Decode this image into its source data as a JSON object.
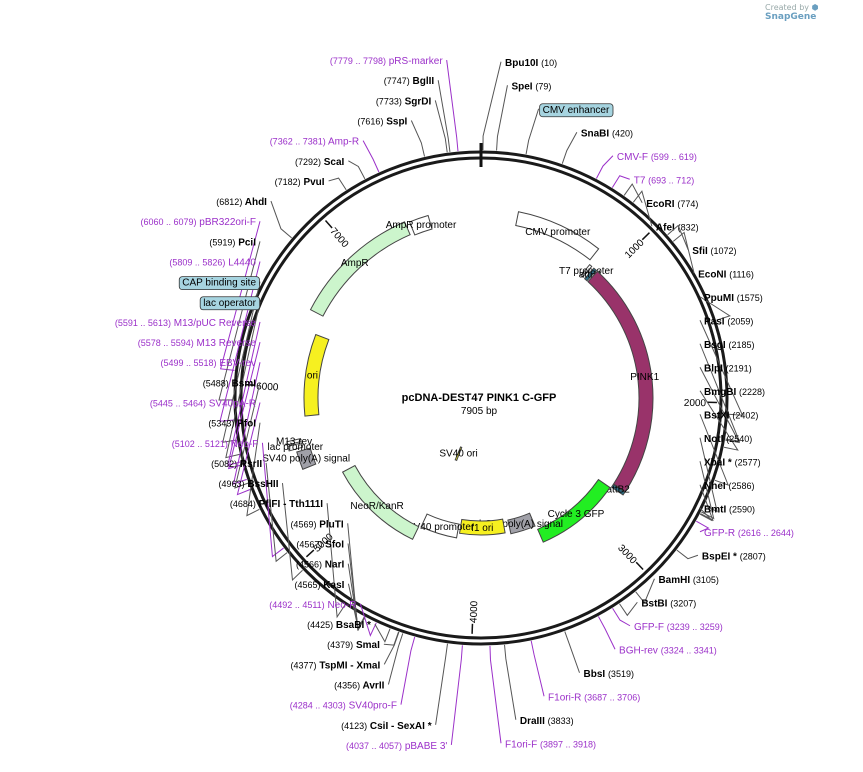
{
  "credit": {
    "prefix": "Created by",
    "brand": "SnapGene"
  },
  "plasmid": {
    "name": "pcDNA-DEST47 PINK1 C-GFP",
    "length_label": "7905 bp",
    "length": 7905
  },
  "colors": {
    "enzyme": "#000000",
    "primer": "#9b30c9",
    "backbone": "#1a1a1a"
  },
  "ticks": [
    {
      "label": "1000",
      "pos": 1000
    },
    {
      "label": "2000",
      "pos": 2000
    },
    {
      "label": "3000",
      "pos": 3000
    },
    {
      "label": "4000",
      "pos": 4000
    },
    {
      "label": "5000",
      "pos": 5000
    },
    {
      "label": "6000",
      "pos": 6000
    },
    {
      "label": "7000",
      "pos": 7000
    }
  ],
  "enzymes": [
    {
      "name": "Bpu10I",
      "site": "(10)",
      "pos": 10
    },
    {
      "name": "SpeI",
      "site": "(79)",
      "pos": 79
    },
    {
      "name": "SnaBI",
      "site": "(420)",
      "pos": 420
    },
    {
      "name": "EcoRI",
      "site": "(774)",
      "pos": 774
    },
    {
      "name": "AfeI",
      "site": "(832)",
      "pos": 832
    },
    {
      "name": "SfiI",
      "site": "(1072)",
      "pos": 1072
    },
    {
      "name": "EcoNI",
      "site": "(1116)",
      "pos": 1116
    },
    {
      "name": "PpuMI",
      "site": "(1575)",
      "pos": 1575
    },
    {
      "name": "PasI",
      "site": "(2059)",
      "pos": 2059
    },
    {
      "name": "BsgI",
      "site": "(2185)",
      "pos": 2185
    },
    {
      "name": "BlpI",
      "site": "(2191)",
      "pos": 2191
    },
    {
      "name": "BmgBI",
      "site": "(2228)",
      "pos": 2228
    },
    {
      "name": "BstXI",
      "site": "(2402)",
      "pos": 2402
    },
    {
      "name": "NotI",
      "site": "(2540)",
      "pos": 2540
    },
    {
      "name": "XbaI *",
      "site": "(2577)",
      "pos": 2577
    },
    {
      "name": "NheI",
      "site": "(2586)",
      "pos": 2586
    },
    {
      "name": "BmtI",
      "site": "(2590)",
      "pos": 2590
    },
    {
      "name": "BspEI *",
      "site": "(2807)",
      "pos": 2807
    },
    {
      "name": "BamHI",
      "site": "(3105)",
      "pos": 3105
    },
    {
      "name": "BstBI",
      "site": "(3207)",
      "pos": 3207
    },
    {
      "name": "BbsI",
      "site": "(3519)",
      "pos": 3519
    },
    {
      "name": "DraIII",
      "site": "(3833)",
      "pos": 3833
    },
    {
      "name": "CsiI - SexAI *",
      "site": "(4123)",
      "pos": 4123
    },
    {
      "name": "AvrII",
      "site": "(4356)",
      "pos": 4356
    },
    {
      "name": "TspMI - XmaI",
      "site": "(4377)",
      "pos": 4377
    },
    {
      "name": "SmaI",
      "site": "(4379)",
      "pos": 4379
    },
    {
      "name": "BsaBI *",
      "site": "(4425)",
      "pos": 4425
    },
    {
      "name": "KasI",
      "site": "(4565)",
      "pos": 4565
    },
    {
      "name": "NarI",
      "site": "(4566)",
      "pos": 4566
    },
    {
      "name": "SfoI",
      "site": "(4567)",
      "pos": 4567
    },
    {
      "name": "PluTI",
      "site": "(4569)",
      "pos": 4569
    },
    {
      "name": "PflFI - Tth111I",
      "site": "(4684)",
      "pos": 4684
    },
    {
      "name": "BssHII",
      "site": "(4963)",
      "pos": 4963
    },
    {
      "name": "RsrII",
      "site": "(5082)",
      "pos": 5082
    },
    {
      "name": "PfoI",
      "site": "(5343)",
      "pos": 5343
    },
    {
      "name": "BsmI",
      "site": "(5488)",
      "pos": 5488
    },
    {
      "name": "PciI",
      "site": "(5919)",
      "pos": 5919
    },
    {
      "name": "AhdI",
      "site": "(6812)",
      "pos": 6812
    },
    {
      "name": "PvuI",
      "site": "(7182)",
      "pos": 7182
    },
    {
      "name": "ScaI",
      "site": "(7292)",
      "pos": 7292
    },
    {
      "name": "SspI",
      "site": "(7616)",
      "pos": 7616
    },
    {
      "name": "SgrDI",
      "site": "(7733)",
      "pos": 7733
    },
    {
      "name": "BglII",
      "site": "(7747)",
      "pos": 7747
    }
  ],
  "primers": [
    {
      "name": "pRS-marker",
      "range": "(7779 .. 7798)",
      "pos": 7788
    },
    {
      "name": "Amp-R",
      "range": "(7362 .. 7381)",
      "pos": 7371
    },
    {
      "name": "CMV-F",
      "range": "(599 .. 619)",
      "pos": 609
    },
    {
      "name": "T7",
      "range": "(693 .. 712)",
      "pos": 702
    },
    {
      "name": "GFP-R",
      "range": "(2616 .. 2644)",
      "pos": 2630
    },
    {
      "name": "GFP-F",
      "range": "(3239 .. 3259)",
      "pos": 3249
    },
    {
      "name": "BGH-rev",
      "range": "(3324 .. 3341)",
      "pos": 3332
    },
    {
      "name": "F1ori-R",
      "range": "(3687 .. 3706)",
      "pos": 3696
    },
    {
      "name": "F1ori-F",
      "range": "(3897 .. 3918)",
      "pos": 3907
    },
    {
      "name": "pBABE 3'",
      "range": "(4037 .. 4057)",
      "pos": 4047
    },
    {
      "name": "SV40pro-F",
      "range": "(4284 .. 4303)",
      "pos": 4293
    },
    {
      "name": "Neo-R",
      "range": "(4492 .. 4511)",
      "pos": 4501
    },
    {
      "name": "Neo-F",
      "range": "(5102 .. 5121)",
      "pos": 5111
    },
    {
      "name": "SV40pA-R",
      "range": "(5445 .. 5464)",
      "pos": 5454
    },
    {
      "name": "EBV-rev",
      "range": "(5499 .. 5518)",
      "pos": 5508
    },
    {
      "name": "M13 Reverse",
      "range": "(5578 .. 5594)",
      "pos": 5586
    },
    {
      "name": "M13/pUC Reverse",
      "range": "(5591 .. 5613)",
      "pos": 5602
    },
    {
      "name": "L4440",
      "range": "(5809 .. 5826)",
      "pos": 5817
    },
    {
      "name": "pBR322ori-F",
      "range": "(6060 .. 6079)",
      "pos": 6069
    }
  ],
  "boxed_labels": [
    {
      "name": "CMV enhancer",
      "pos": 230
    },
    {
      "name": "CAP binding site",
      "pos": 5715
    },
    {
      "name": "lac operator",
      "pos": 5640
    }
  ],
  "features": [
    {
      "name": "CMV promoter",
      "start": 250,
      "end": 840,
      "color": "#ffffff"
    },
    {
      "name": "T7 promoter",
      "start": 860,
      "end": 880,
      "color": "#ffffff"
    },
    {
      "name": "attB1",
      "start": 900,
      "end": 925,
      "color": "#2e6f86"
    },
    {
      "name": "PINK1",
      "start": 935,
      "end": 2700,
      "color": "#99336a"
    },
    {
      "name": "attB2",
      "start": 2705,
      "end": 2730,
      "color": "#2e6f86"
    },
    {
      "name": "Cycle 3 GFP",
      "start": 2740,
      "end": 3440,
      "color": "#22ee22"
    },
    {
      "name": "bGH poly(A) signal",
      "start": 3450,
      "end": 3680,
      "color": "#a0a0a8"
    },
    {
      "name": "f1 ori",
      "start": 3730,
      "end": 4150,
      "color": "#f6f020"
    },
    {
      "name": "SV40 promoter",
      "start": 4170,
      "end": 4500,
      "color": "#ffffff"
    },
    {
      "name": "NeoR/KanR",
      "start": 4520,
      "end": 5310,
      "color": "#ccf5cc"
    },
    {
      "name": "SV40 poly(A) signal",
      "start": 5450,
      "end": 5570,
      "color": "#a0a0a8"
    },
    {
      "name": "lac promoter",
      "start": 5590,
      "end": 5620,
      "color": "#ffffff"
    },
    {
      "name": "M13 rev",
      "start": 5630,
      "end": 5650,
      "color": "#ffffff"
    },
    {
      "name": "ori",
      "start": 5800,
      "end": 6390,
      "color": "#f6f020"
    },
    {
      "name": "AmpR",
      "start": 6530,
      "end": 7390,
      "color": "#ccf5cc"
    },
    {
      "name": "AmpR promoter",
      "start": 7420,
      "end": 7550,
      "color": "#ffffff"
    },
    {
      "name": "SV40 ori",
      "start": 4420,
      "end": 4450,
      "color": "#f6f020"
    }
  ]
}
